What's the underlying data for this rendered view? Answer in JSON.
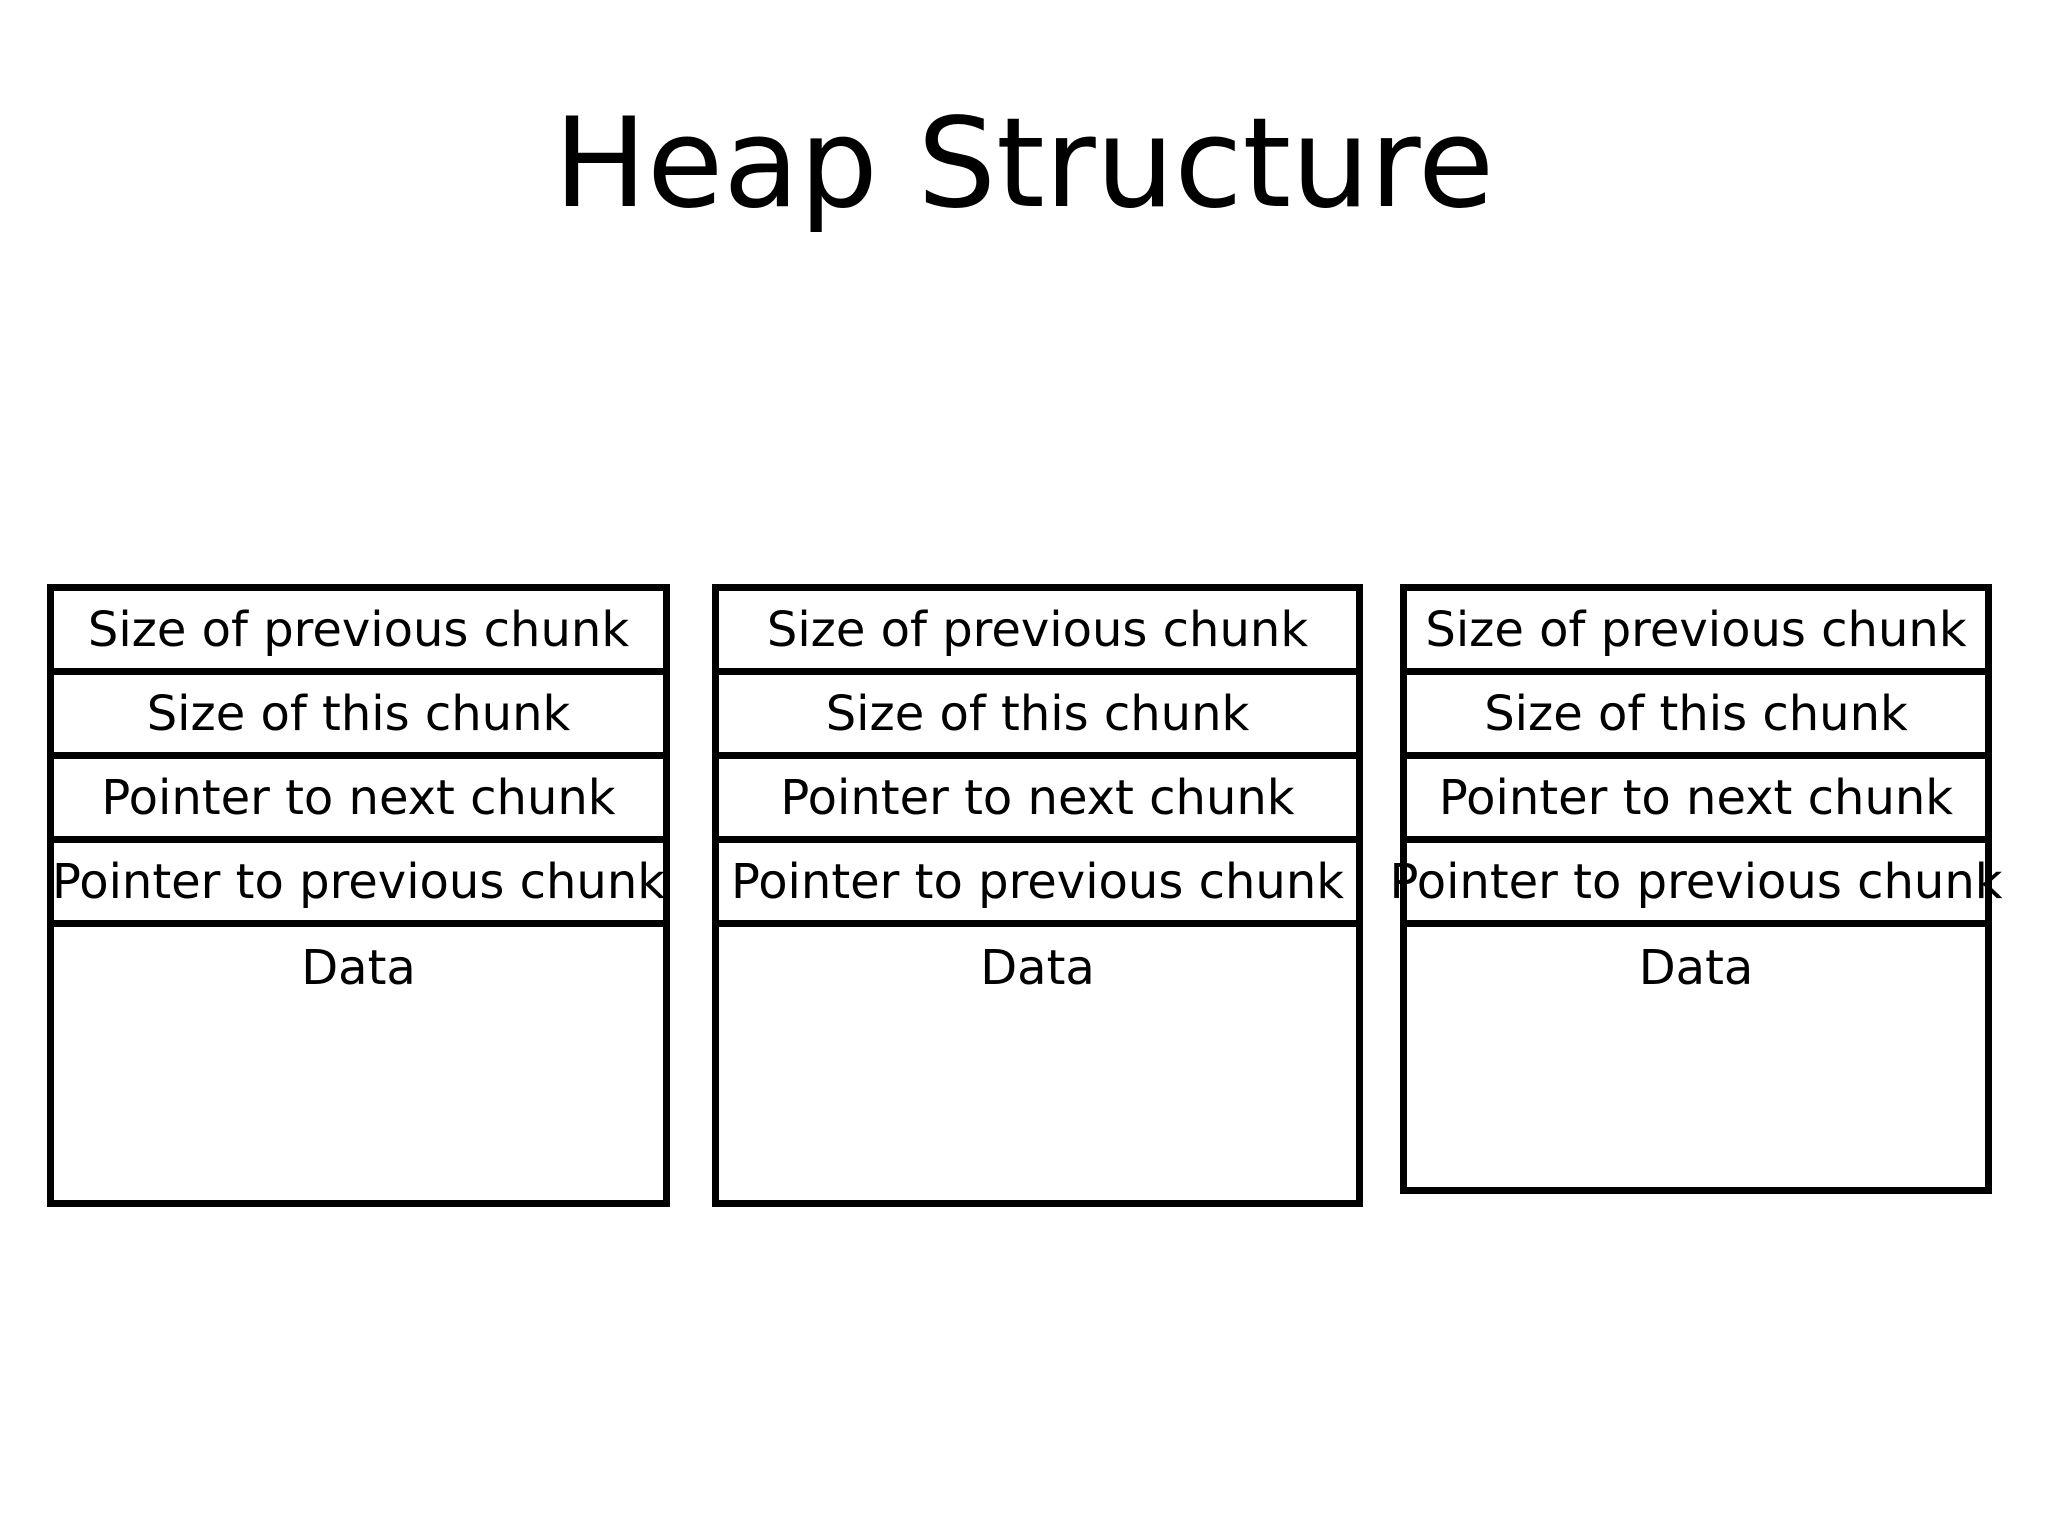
{
  "slide": {
    "title": "Heap Structure",
    "background_color": "#ffffff",
    "text_color": "#000000",
    "border_color": "#000000"
  },
  "diagram": {
    "type": "memory-layout",
    "description": "Three adjacent heap chunks, each showing the same field layout",
    "field_labels": {
      "size_prev": "Size of previous chunk",
      "size_this": "Size of this chunk",
      "next_ptr": "Pointer to next chunk",
      "prev_ptr": "Pointer to previous chunk",
      "data": "Data"
    },
    "chunks": [
      {
        "name": "chunk-1",
        "fields": [
          "Size of previous chunk",
          "Size of this chunk",
          "Pointer to next chunk",
          "Pointer to previous chunk",
          "Data"
        ]
      },
      {
        "name": "chunk-2",
        "fields": [
          "Size of previous chunk",
          "Size of this chunk",
          "Pointer to next chunk",
          "Pointer to previous chunk",
          "Data"
        ]
      },
      {
        "name": "chunk-3",
        "fields": [
          "Size of previous chunk",
          "Size of this chunk",
          "Pointer to next chunk",
          "Pointer to previous chunk",
          "Data"
        ]
      }
    ]
  }
}
